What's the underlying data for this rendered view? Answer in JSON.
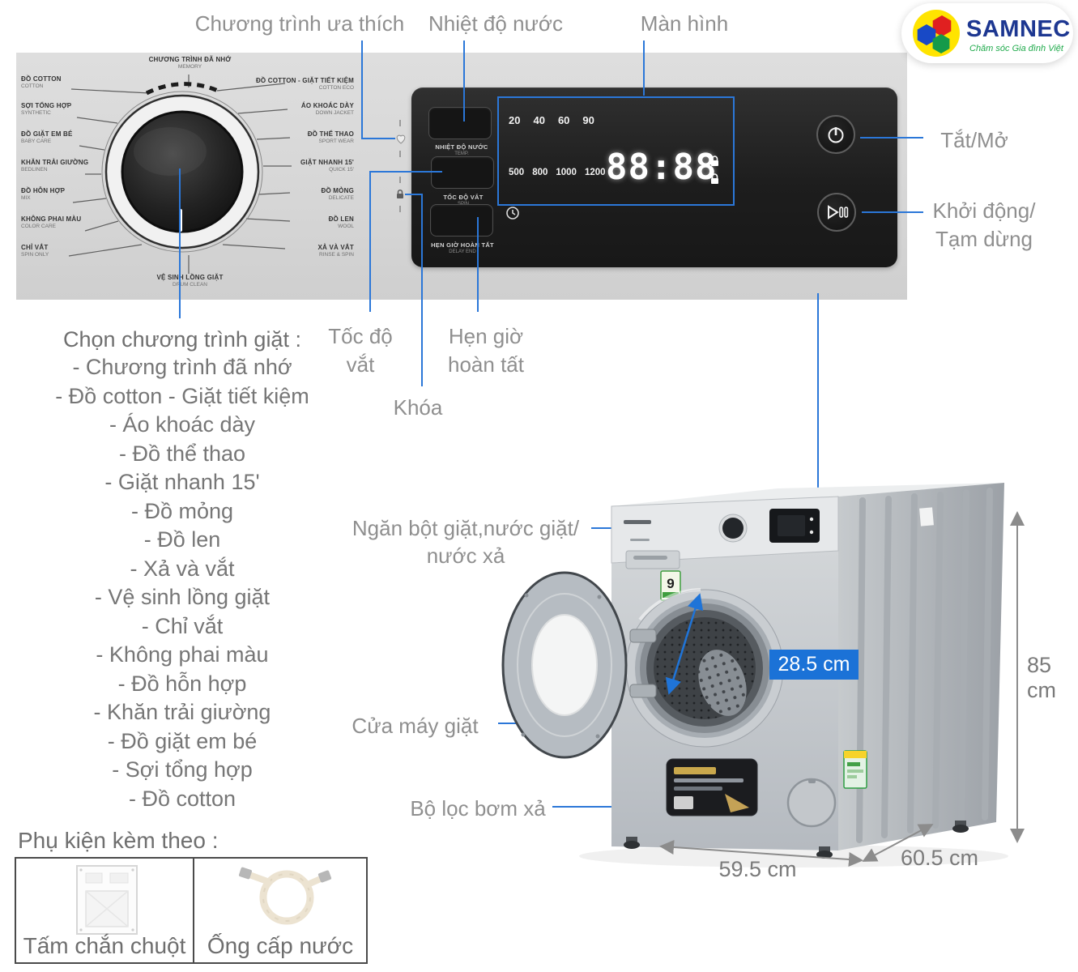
{
  "logo": {
    "name": "SAMNEC",
    "tagline": "Chăm sóc Gia đình Việt"
  },
  "callouts": {
    "favorite": "Chương trình ưa thích",
    "water_temp": "Nhiệt độ nước",
    "display": "Màn hình",
    "power": "Tắt/Mở",
    "start_pause_1": "Khởi động/",
    "start_pause_2": "Tạm dừng",
    "spin_1": "Tốc độ",
    "spin_2": "vắt",
    "delay_1": "Hẹn giờ",
    "delay_2": "hoàn tất",
    "lock": "Khóa",
    "drawer_1": "Ngăn bột giặt,nước giặt/",
    "drawer_2": "nước xả",
    "door": "Cửa máy giặt",
    "filter": "Bộ lọc bơm xả"
  },
  "dial": {
    "top": {
      "vn": "CHƯƠNG TRÌNH ĐÃ NHỚ",
      "en": "MEMORY"
    },
    "bottom": {
      "vn": "VỆ SINH LỒNG GIẶT",
      "en": "DRUM CLEAN"
    },
    "left": [
      {
        "vn": "ĐỒ COTTON",
        "en": "COTTON"
      },
      {
        "vn": "SỢI TỔNG HỢP",
        "en": "SYNTHETIC"
      },
      {
        "vn": "ĐỒ GIẶT EM BÉ",
        "en": "BABY CARE"
      },
      {
        "vn": "KHĂN TRẢI GIƯỜNG",
        "en": "BEDLINEN"
      },
      {
        "vn": "ĐỒ HỖN HỢP",
        "en": "MIX"
      },
      {
        "vn": "KHÔNG PHAI MÀU",
        "en": "COLOR CARE"
      },
      {
        "vn": "CHỈ VẮT",
        "en": "SPIN ONLY"
      }
    ],
    "right": [
      {
        "vn": "ĐỒ COTTON - GIẶT TIẾT KIỆM",
        "en": "COTTON ECO"
      },
      {
        "vn": "ÁO KHOÁC DÀY",
        "en": "DOWN JACKET"
      },
      {
        "vn": "ĐỒ THỂ THAO",
        "en": "SPORT WEAR"
      },
      {
        "vn": "GIẶT NHANH 15'",
        "en": "QUICK 15'"
      },
      {
        "vn": "ĐỒ MỎNG",
        "en": "DELICATE"
      },
      {
        "vn": "ĐỒ LEN",
        "en": "WOOL"
      },
      {
        "vn": "XẢ VÀ VẮT",
        "en": "RINSE & SPIN"
      }
    ]
  },
  "panel": {
    "buttons": [
      {
        "vn": "NHIỆT ĐỘ NƯỚC",
        "en": "TEMP."
      },
      {
        "vn": "TỐC ĐỘ VẮT",
        "en": "SPIN"
      },
      {
        "vn": "HẸN GIỜ HOÀN TẤT",
        "en": "DELAY END"
      }
    ],
    "display": {
      "temps": [
        "20",
        "40",
        "60",
        "90"
      ],
      "speeds": [
        "500",
        "800",
        "1000",
        "1200"
      ],
      "time": "88:88"
    }
  },
  "program_list": {
    "title": "Chọn chương trình giặt :",
    "items": [
      "- Chương trình đã nhớ",
      "- Đồ cotton - Giặt tiết kiệm",
      "- Áo khoác dày",
      "- Đồ thể thao",
      "- Giặt nhanh 15'",
      "- Đồ mỏng",
      "- Đồ len",
      "- Xả và vắt",
      "- Vệ sinh lồng giặt",
      "- Chỉ vắt",
      "- Không phai màu",
      "- Đồ hỗn hợp",
      "- Khăn trải giường",
      "- Đồ giặt em bé",
      "- Sợi tổng hợp",
      "- Đồ cotton"
    ]
  },
  "accessories": {
    "title": "Phụ kiện kèm theo :",
    "items": [
      "Tấm chắn chuột",
      "Ống cấp nước"
    ]
  },
  "machine": {
    "capacity_badge": "9"
  },
  "dimensions": {
    "door": "28.5 cm",
    "height": "85 cm",
    "width": "59.5 cm",
    "depth": "60.5 cm"
  },
  "colors": {
    "accent_blue": "#2b77d8",
    "badge_blue": "#1b72d7"
  }
}
